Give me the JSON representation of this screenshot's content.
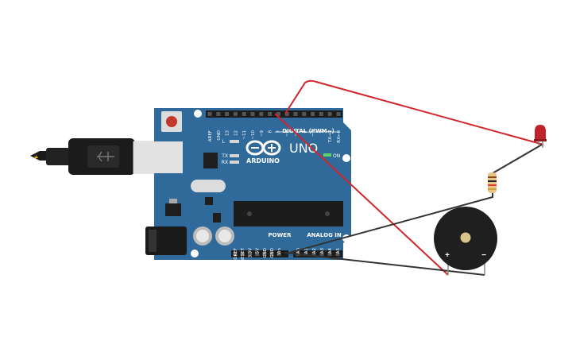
{
  "board": {
    "brand": "ARDUINO",
    "model": "UNO",
    "digital_label": "DIGITAL (PWM~)",
    "power_label": "POWER",
    "analog_label": "ANALOG IN",
    "on_label": "ON",
    "led_l": "L",
    "led_tx": "TX",
    "led_rx": "RX",
    "top_pins": [
      "AREF",
      "GND",
      "13",
      "12",
      "~11",
      "~10",
      "~9",
      "8",
      "7",
      "~6",
      "~5",
      "4",
      "~3",
      "2",
      "TX→1",
      "RX←0"
    ],
    "power_pins": [
      "IOREF",
      "RESET",
      "3.3V",
      "5V",
      "GND",
      "GND",
      "Vin"
    ],
    "analog_pins": [
      "A0",
      "A1",
      "A2",
      "A3",
      "A4",
      "A5"
    ]
  },
  "buzzer": {
    "plus": "+",
    "minus": "−"
  },
  "colors": {
    "board": "#2f6a9a",
    "wire_red": "#d0262b",
    "wire_black": "#333333",
    "led": "#c0232b",
    "resistor": "#e6c48a",
    "buzzer": "#1f1f1f"
  }
}
